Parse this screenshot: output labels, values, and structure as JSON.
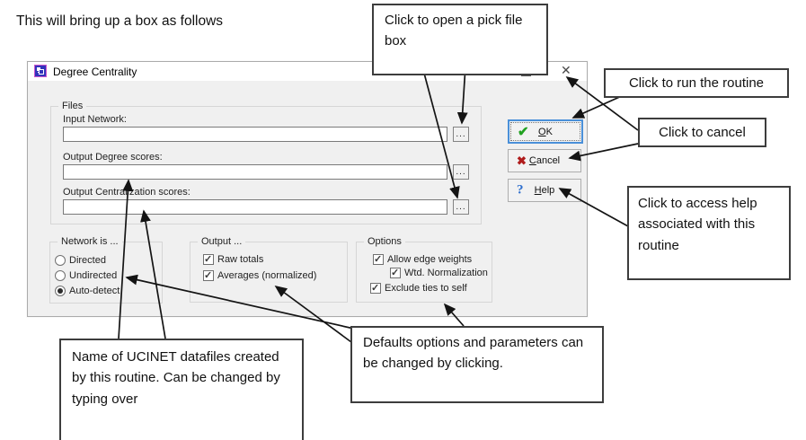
{
  "page": {
    "intro_text": "This will bring up a box as follows"
  },
  "dialog": {
    "title": "Degree Centrality",
    "files_group": {
      "label": "Files",
      "browse_label": "...",
      "fields": [
        {
          "label": "Input Network:",
          "value": ""
        },
        {
          "label": "Output Degree scores:",
          "value": ""
        },
        {
          "label": "Output Centralization scores:",
          "value": ""
        }
      ]
    },
    "network_group": {
      "label": "Network is ...",
      "options": [
        {
          "label": "Directed",
          "selected": false
        },
        {
          "label": "Undirected",
          "selected": false
        },
        {
          "label": "Auto-detect",
          "selected": true
        }
      ]
    },
    "output_group": {
      "label": "Output ...",
      "options": [
        {
          "label": "Raw totals",
          "checked": true
        },
        {
          "label": "Averages (normalized)",
          "checked": true
        }
      ]
    },
    "options_group": {
      "label": "Options",
      "options": [
        {
          "label": "Allow edge weights",
          "checked": true
        },
        {
          "label": "Wtd. Normalization",
          "checked": true
        },
        {
          "label": "Exclude ties to self",
          "checked": true
        }
      ]
    },
    "buttons": {
      "ok": {
        "label": "OK",
        "accel": "O",
        "rest": "K"
      },
      "cancel": {
        "label": "Cancel",
        "accel": "C",
        "rest": "ancel"
      },
      "help": {
        "label": "Help",
        "accel": "H",
        "rest": "elp"
      }
    },
    "window_controls": {
      "close_glyph": "✕"
    }
  },
  "callouts": {
    "pick_file": "Click to open a pick file box",
    "run": "Click to run the routine",
    "cancel": "Click to cancel",
    "help": "Click to access help associated with this routine",
    "datafiles": "Name of UCINET datafiles created by this routine. Can be changed by typing over",
    "defaults": "Defaults options and parameters can be changed by clicking."
  },
  "colors": {
    "ok_check_green": "#21a121",
    "cancel_x_red": "#b01c1c",
    "help_question_blue": "#2e6fce",
    "ok_focus_border_blue": "#4a90d9",
    "titlebar_icon_blue": "#3333bb",
    "titlebar_icon_magenta": "#cc55cc",
    "dialog_body_gray": "#f0f0f0"
  }
}
